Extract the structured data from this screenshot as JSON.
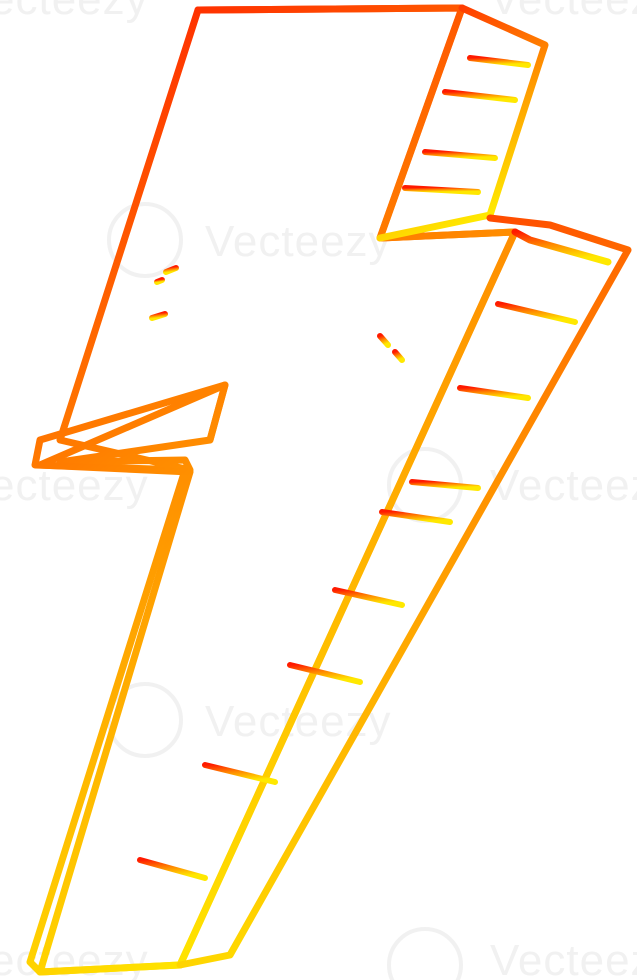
{
  "image": {
    "subject": "lightning-bolt",
    "style": "cartoon line drawing with warm gradient outline"
  },
  "colors": {
    "background": "#ffffff",
    "gradient_top": "#ff1a00",
    "gradient_mid": "#ff8a00",
    "gradient_bottom": "#ffe800",
    "watermark": "#f1f1f1"
  },
  "watermark": {
    "text": "Vecteezy",
    "fragment": "ecteezy"
  }
}
